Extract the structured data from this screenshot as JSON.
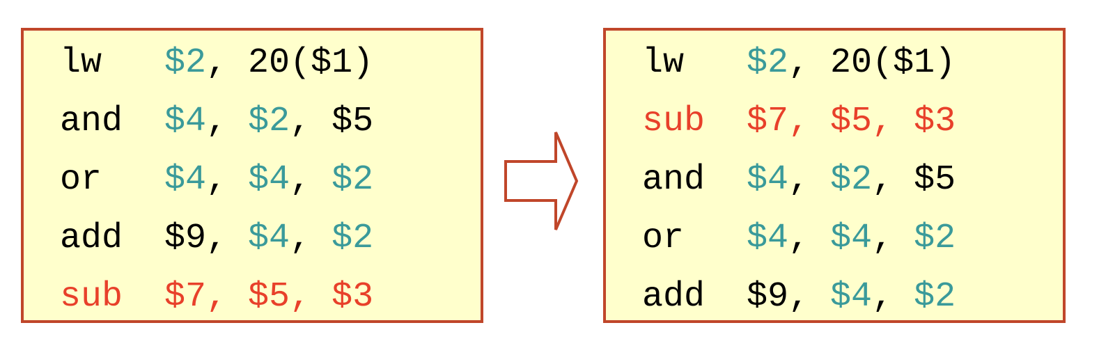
{
  "colors": {
    "box_fill": "#ffffcc",
    "box_border": "#c0462a",
    "default_text": "#000000",
    "dependent_reg": "#3a9a9a",
    "moved_instruction": "#e8402a",
    "arrow_fill": "#ffffff",
    "arrow_stroke": "#c0462a"
  },
  "before": {
    "lines": [
      {
        "tokens": [
          {
            "text": "lw   ",
            "color": "default_text"
          },
          {
            "text": "$2",
            "color": "dependent_reg"
          },
          {
            "text": ", 20($1)",
            "color": "default_text"
          }
        ]
      },
      {
        "tokens": [
          {
            "text": "and  ",
            "color": "default_text"
          },
          {
            "text": "$4",
            "color": "dependent_reg"
          },
          {
            "text": ", ",
            "color": "default_text"
          },
          {
            "text": "$2",
            "color": "dependent_reg"
          },
          {
            "text": ", $5",
            "color": "default_text"
          }
        ]
      },
      {
        "tokens": [
          {
            "text": "or   ",
            "color": "default_text"
          },
          {
            "text": "$4",
            "color": "dependent_reg"
          },
          {
            "text": ", ",
            "color": "default_text"
          },
          {
            "text": "$4",
            "color": "dependent_reg"
          },
          {
            "text": ", ",
            "color": "default_text"
          },
          {
            "text": "$2",
            "color": "dependent_reg"
          }
        ]
      },
      {
        "tokens": [
          {
            "text": "add  $9, ",
            "color": "default_text"
          },
          {
            "text": "$4",
            "color": "dependent_reg"
          },
          {
            "text": ", ",
            "color": "default_text"
          },
          {
            "text": "$2",
            "color": "dependent_reg"
          }
        ]
      },
      {
        "tokens": [
          {
            "text": "sub  $7, $5, $3",
            "color": "moved_instruction"
          }
        ]
      }
    ]
  },
  "after": {
    "lines": [
      {
        "tokens": [
          {
            "text": "lw   ",
            "color": "default_text"
          },
          {
            "text": "$2",
            "color": "dependent_reg"
          },
          {
            "text": ", 20($1)",
            "color": "default_text"
          }
        ]
      },
      {
        "tokens": [
          {
            "text": "sub  $7, $5, $3",
            "color": "moved_instruction"
          }
        ]
      },
      {
        "tokens": [
          {
            "text": "and  ",
            "color": "default_text"
          },
          {
            "text": "$4",
            "color": "dependent_reg"
          },
          {
            "text": ", ",
            "color": "default_text"
          },
          {
            "text": "$2",
            "color": "dependent_reg"
          },
          {
            "text": ", $5",
            "color": "default_text"
          }
        ]
      },
      {
        "tokens": [
          {
            "text": "or   ",
            "color": "default_text"
          },
          {
            "text": "$4",
            "color": "dependent_reg"
          },
          {
            "text": ", ",
            "color": "default_text"
          },
          {
            "text": "$4",
            "color": "dependent_reg"
          },
          {
            "text": ", ",
            "color": "default_text"
          },
          {
            "text": "$2",
            "color": "dependent_reg"
          }
        ]
      },
      {
        "tokens": [
          {
            "text": "add  $9, ",
            "color": "default_text"
          },
          {
            "text": "$4",
            "color": "dependent_reg"
          },
          {
            "text": ", ",
            "color": "default_text"
          },
          {
            "text": "$2",
            "color": "dependent_reg"
          }
        ]
      }
    ]
  },
  "arrow": {
    "icon": "right-arrow-icon"
  }
}
